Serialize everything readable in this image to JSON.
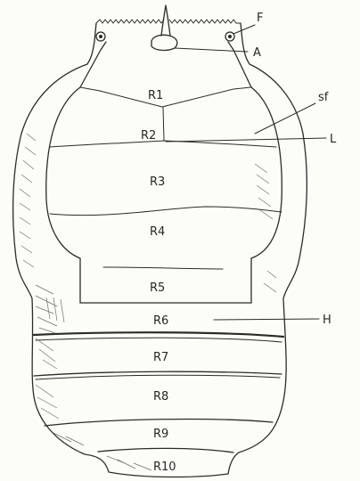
{
  "figure": {
    "segments": [
      "R1",
      "R2",
      "R3",
      "R4",
      "R5",
      "R6",
      "R7",
      "R8",
      "R9",
      "R10"
    ],
    "callouts": [
      {
        "id": "F",
        "text": "F"
      },
      {
        "id": "A",
        "text": "A"
      },
      {
        "id": "sf",
        "text": "sf"
      },
      {
        "id": "L",
        "text": "L"
      },
      {
        "id": "H",
        "text": "H"
      }
    ]
  }
}
